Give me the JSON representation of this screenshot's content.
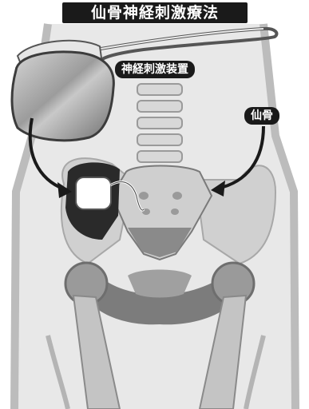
{
  "title": "仙骨神経刺激療法",
  "labels": {
    "device": "神経刺激装置",
    "sacrum": "仙骨"
  },
  "colors": {
    "label_background": "#1a1a1a",
    "label_text": "#ffffff",
    "body_outline": "#b8b8b8",
    "bone_light": "#d2d2d2",
    "bone_dark": "#7a7a7a",
    "soft_tissue": "#9a9a9a",
    "device_body": "#8e8e8e"
  }
}
